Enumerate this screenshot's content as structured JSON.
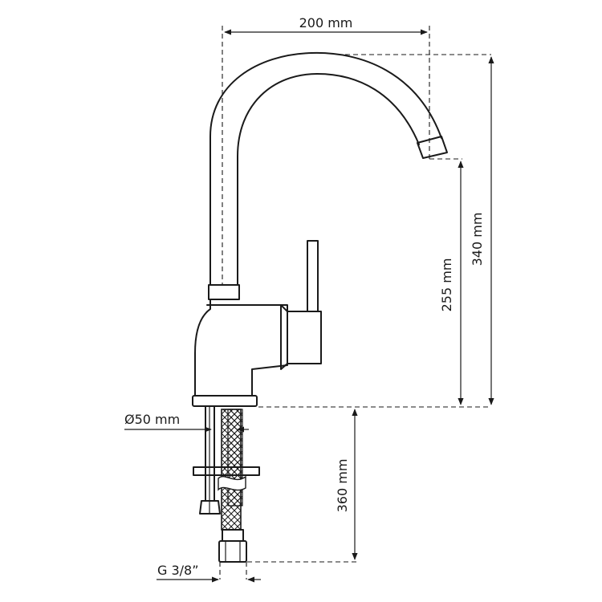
{
  "dimensions": {
    "spout_reach": "200 mm",
    "total_height": "340 mm",
    "spout_height": "255 mm",
    "base_diameter": "Ø50 mm",
    "hose_length": "360 mm",
    "thread": "G 3/8”"
  },
  "colors": {
    "line": "#1a1a1a",
    "background": "#ffffff"
  }
}
